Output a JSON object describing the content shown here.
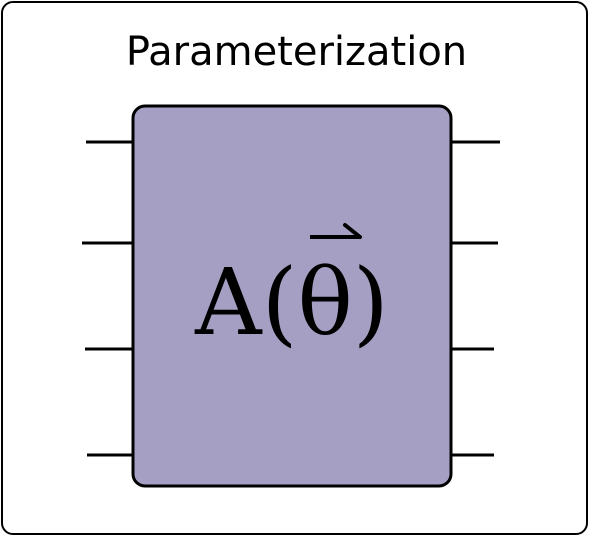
{
  "title": "Parameterization",
  "gate": {
    "label_prefix": "A(",
    "label_param": "θ",
    "label_suffix": ")",
    "vector_arrow": "⇀",
    "fill_color": "#a5a0c3",
    "stroke_color": "#000000"
  },
  "qubit_count": 4
}
